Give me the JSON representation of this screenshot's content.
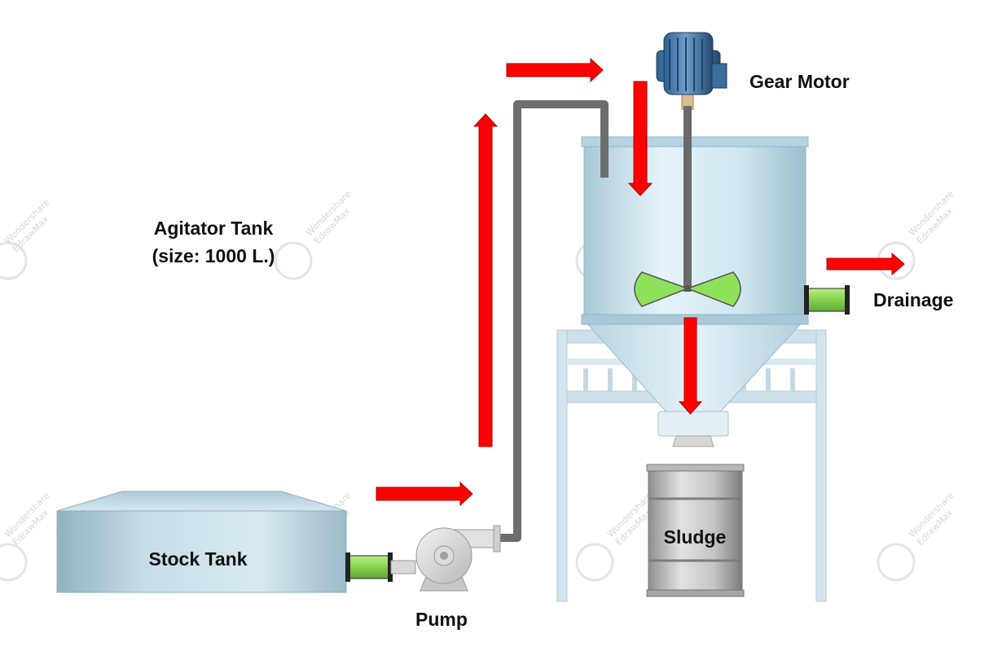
{
  "labels": {
    "gear_motor": "Gear Motor",
    "agitator_line1": "Agitator Tank",
    "agitator_line2": "(size: 1000 L.)",
    "drainage": "Drainage",
    "sludge": "Sludge",
    "stock_tank": "Stock Tank",
    "pump": "Pump"
  },
  "watermark": {
    "line1": "Wondershare",
    "line2": "EdrawMax"
  },
  "colors": {
    "flow_arrow": "#ff0000",
    "pipe": "#707070",
    "impeller": "#8fe05a",
    "connector": "#8ed45b",
    "tank_body": "#c9e3ee",
    "frame": "#c8dde8"
  },
  "icons": [
    "gear-motor-icon",
    "pump-icon",
    "drum-icon",
    "flow-arrow-icon"
  ]
}
